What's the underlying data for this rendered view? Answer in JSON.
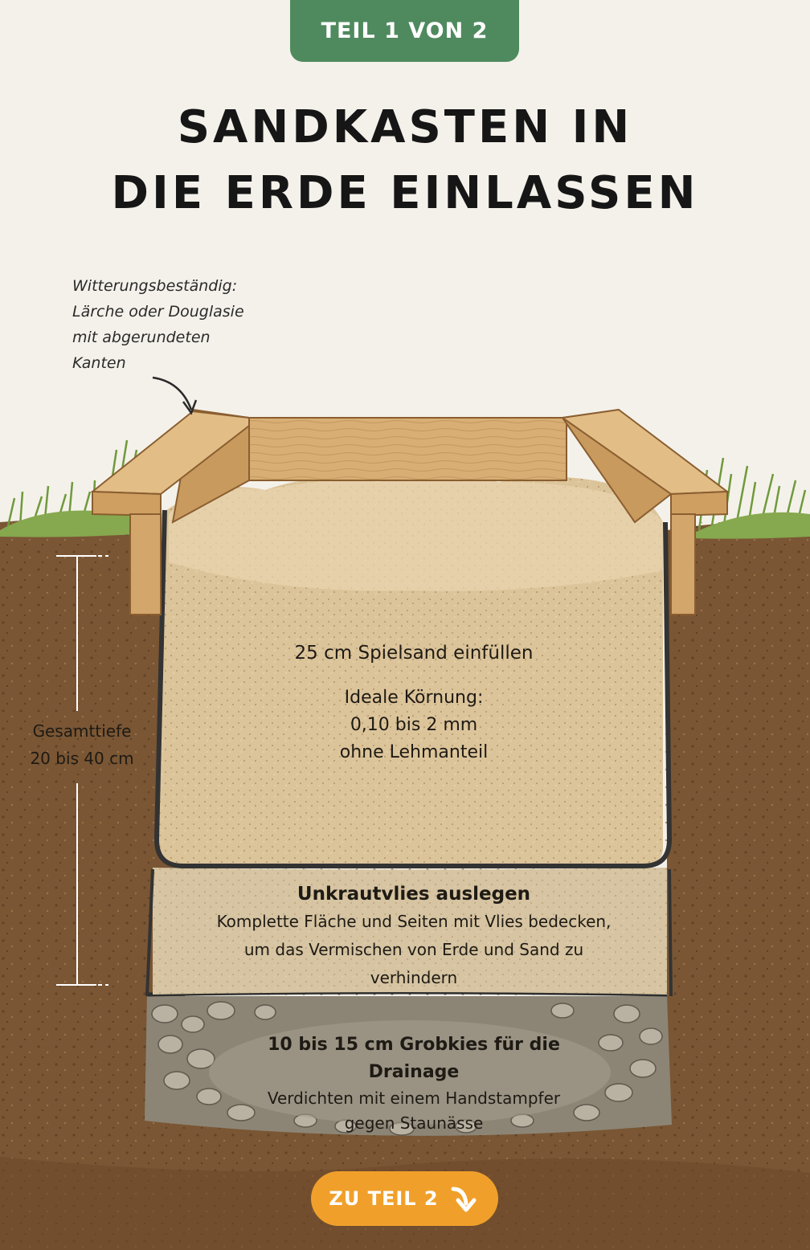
{
  "badge": {
    "label": "TEIL 1 VON 2"
  },
  "title": {
    "line1": "SANDKASTEN IN",
    "line2": "DIE ERDE EINLASSEN"
  },
  "wood_note": {
    "lines": [
      "Witterungsbeständig:",
      "Lärche oder Douglasie",
      "mit abgerundeten",
      "Kanten"
    ]
  },
  "depth": {
    "line1": "Gesamttiefe",
    "line2": "20 bis 40 cm"
  },
  "layers": {
    "sand": {
      "heading": "25 cm Spielsand einfüllen",
      "lines": [
        "Ideale Körnung:",
        "0,10 bis 2 mm",
        "ohne Lehmanteil"
      ]
    },
    "fleece": {
      "heading": "Unkrautvlies auslegen",
      "lines": [
        "Komplette Fläche und Seiten mit Vlies bedecken,",
        "um das Vermischen von Erde und Sand zu",
        "verhindern"
      ]
    },
    "gravel": {
      "heading": "10 bis 15 cm Grobkies für die Drainage",
      "lines": [
        "Verdichten mit einem Handstampfer",
        "gegen Staunässe"
      ]
    }
  },
  "cta": {
    "label": "ZU TEIL 2",
    "icon": "arrow-down-right-icon"
  },
  "colors": {
    "badge": "#4f8a5f",
    "cta": "#f0a02a",
    "soil": "#7a5634",
    "sand": "#dcc49a",
    "wood": "#d3a76c",
    "grass": "#7fa04a",
    "fleece": "#3a3a3a"
  }
}
